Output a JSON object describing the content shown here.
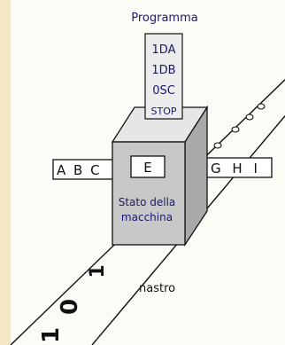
{
  "title": "Programma",
  "program": [
    "1DA",
    "1DB",
    "0SC",
    "STOP"
  ],
  "tape_left": "A B C",
  "current_symbol": "E",
  "tape_right": "G H I",
  "machine_label": [
    "Stato della",
    "macchina"
  ],
  "tape_label": "nastro",
  "tape_digits": [
    "1",
    "0",
    "1"
  ],
  "tape_circles": [
    "0",
    "0",
    "0",
    "0"
  ],
  "colors": {
    "background": "#f3e7c4",
    "ink": "#1a1a6a",
    "box_front": "#c8c8c8",
    "box_top": "#e6e6e6",
    "box_side": "#a9a9a9"
  }
}
